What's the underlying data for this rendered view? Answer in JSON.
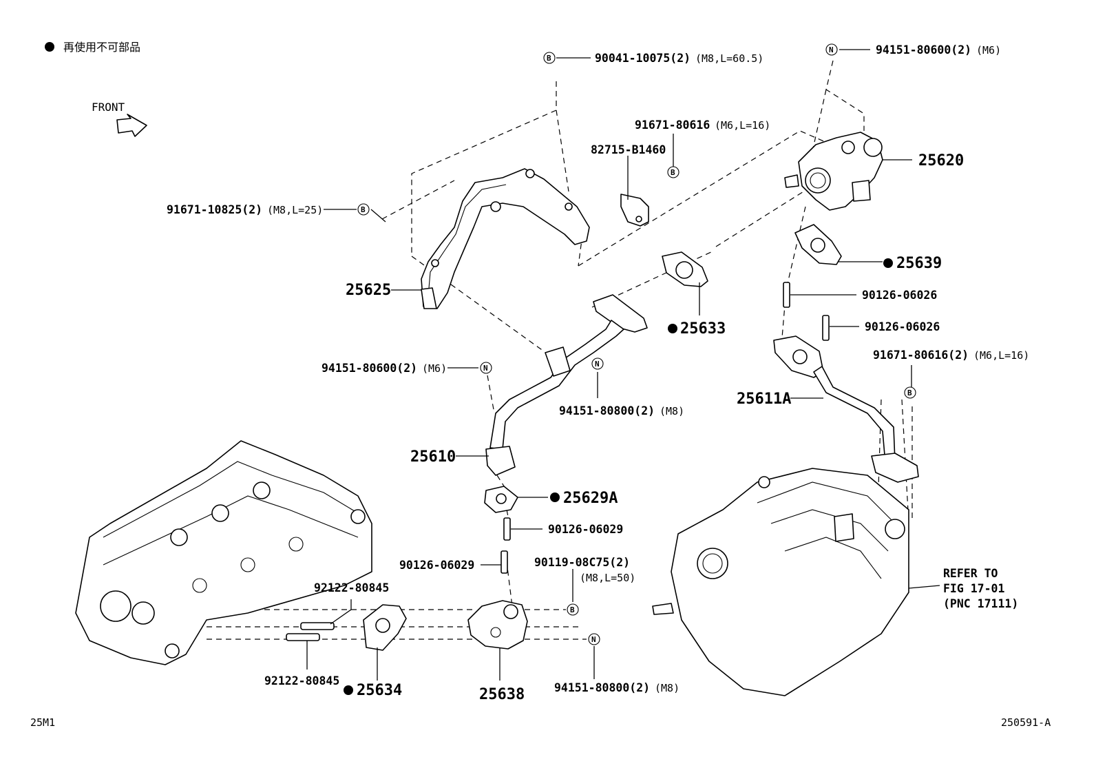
{
  "legend": {
    "bullet": "●",
    "text": "再使用不可部品"
  },
  "front_label": "FRONT",
  "corner_left": "25M1",
  "corner_right": "250591-A",
  "refer_note": [
    "REFER TO",
    "FIG 17-01",
    "(PNC 17111)"
  ],
  "symbols": {
    "bolt": "B",
    "nut": "N"
  },
  "callouts": {
    "c90041": {
      "pn": "90041-10075(2)",
      "spec": "(M8,L=60.5)"
    },
    "c94151_top": {
      "pn": "94151-80600(2)",
      "spec": "(M6)"
    },
    "c91671_80616": {
      "pn": "91671-80616",
      "spec": "(M6,L=16)"
    },
    "c82715": {
      "pn": "82715-B1460"
    },
    "c25620": {
      "pn": "25620"
    },
    "c91671_10825": {
      "pn": "91671-10825(2)",
      "spec": "(M8,L=25)"
    },
    "c25639": {
      "pn": "25639"
    },
    "c25625": {
      "pn": "25625"
    },
    "c90126_06026_a": {
      "pn": "90126-06026"
    },
    "c25633": {
      "pn": "25633"
    },
    "c90126_06026_b": {
      "pn": "90126-06026"
    },
    "c91671_80616_2": {
      "pn": "91671-80616(2)",
      "spec": "(M6,L=16)"
    },
    "c94151_mid_left": {
      "pn": "94151-80600(2)",
      "spec": "(M6)"
    },
    "c94151_80800_mid": {
      "pn": "94151-80800(2)",
      "spec": "(M8)"
    },
    "c25611A": {
      "pn": "25611A"
    },
    "c25610": {
      "pn": "25610"
    },
    "c25629A": {
      "pn": "25629A"
    },
    "c90126_06029_a": {
      "pn": "90126-06029"
    },
    "c90126_06029_b": {
      "pn": "90126-06029"
    },
    "c90119": {
      "pn": "90119-08C75(2)",
      "spec": "(M8,L=50)"
    },
    "c92122_top": {
      "pn": "92122-80845"
    },
    "c92122_bottom": {
      "pn": "92122-80845"
    },
    "c25634": {
      "pn": "25634"
    },
    "c25638": {
      "pn": "25638"
    },
    "c94151_80800_bottom": {
      "pn": "94151-80800(2)",
      "spec": "(M8)"
    }
  },
  "icons": {
    "bullet": "filled-circle-icon",
    "front": "hollow-arrow-icon",
    "bolt": "circled-letter-b-icon",
    "nut": "circled-letter-n-icon"
  }
}
